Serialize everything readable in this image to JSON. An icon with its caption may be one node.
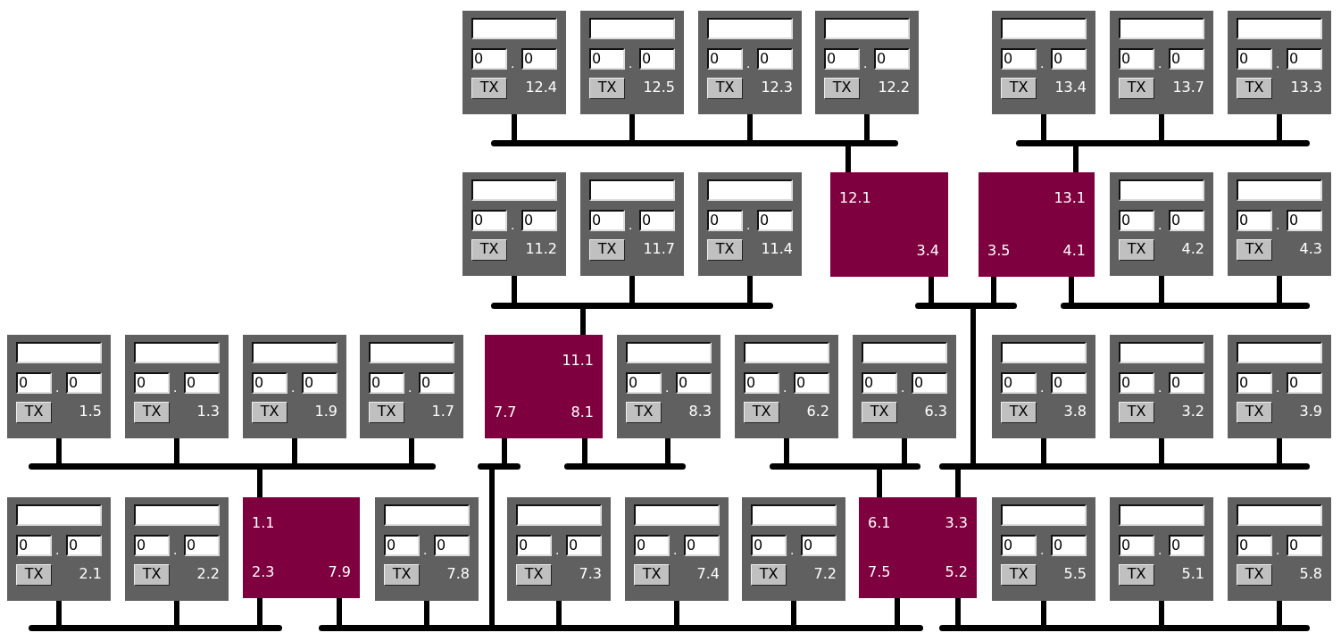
{
  "diagram": {
    "nodes": [
      {
        "text": [
          "0",
          ".",
          "0",
          "TX",
          "12.4"
        ]
      },
      {
        "text": [
          "0",
          ".",
          "0",
          "TX",
          "12.5"
        ]
      },
      {
        "text": [
          "0",
          ".",
          "0",
          "TX",
          "12.3"
        ]
      },
      {
        "text": [
          "0",
          ".",
          "0",
          "TX",
          "12.2"
        ]
      },
      {
        "text": [
          "0",
          ".",
          "0",
          "TX",
          "13.4"
        ]
      },
      {
        "text": [
          "0",
          ".",
          "0",
          "TX",
          "13.7"
        ]
      },
      {
        "text": [
          "0",
          ".",
          "0",
          "TX",
          "13.3"
        ]
      },
      {
        "text": [],
        "shape": "bar"
      },
      {
        "text": [],
        "shape": "bar"
      },
      {
        "text": [
          "0",
          ".",
          "0",
          "TX",
          "11.2"
        ]
      },
      {
        "text": [
          "0",
          ".",
          "0",
          "TX",
          "11.7"
        ]
      },
      {
        "text": [
          "0",
          ".",
          "0",
          "TX",
          "11.4"
        ]
      },
      {
        "text": [
          "12.1",
          "3.4"
        ]
      },
      {
        "text": [
          "13.1",
          "3.5",
          "4.1"
        ]
      },
      {
        "text": [
          "0",
          ".",
          "0",
          "TX",
          "4.2"
        ]
      },
      {
        "text": [
          "0",
          ".",
          "0",
          "TX",
          "4.3"
        ]
      },
      {
        "text": [],
        "shape": "bar"
      },
      {
        "text": [],
        "shape": "bar"
      },
      {
        "text": [],
        "shape": "bar"
      },
      {
        "text": [
          "0",
          ".",
          "0",
          "TX",
          "1.5"
        ]
      },
      {
        "text": [
          "0",
          ".",
          "0",
          "TX",
          "1.3"
        ]
      },
      {
        "text": [
          "0",
          ".",
          "0",
          "TX",
          "1.9"
        ]
      },
      {
        "text": [
          "0",
          ".",
          "0",
          "TX",
          "1.7"
        ]
      },
      {
        "text": [
          "11.1",
          "7.7",
          "8.1"
        ]
      },
      {
        "text": [
          "0",
          ".",
          "0",
          "TX",
          "8.3"
        ]
      },
      {
        "text": [
          "0",
          ".",
          "0",
          "TX",
          "6.2"
        ]
      },
      {
        "text": [
          "0",
          ".",
          "0",
          "TX",
          "6.3"
        ]
      },
      {
        "text": [
          "0",
          ".",
          "0",
          "TX",
          "3.8"
        ]
      },
      {
        "text": [
          "0",
          ".",
          "0",
          "TX",
          "3.2"
        ]
      },
      {
        "text": [
          "0",
          ".",
          "0",
          "TX",
          "3.9"
        ]
      },
      {
        "text": [],
        "shape": "bar"
      },
      {
        "text": [],
        "shape": "bar"
      },
      {
        "text": [],
        "shape": "bar"
      },
      {
        "text": [],
        "shape": "bar"
      },
      {
        "text": [],
        "shape": "bar"
      },
      {
        "text": [
          "0",
          ".",
          "0",
          "TX",
          "2.1"
        ]
      },
      {
        "text": [
          "0",
          ".",
          "0",
          "TX",
          "2.2"
        ]
      },
      {
        "text": [
          "1.1",
          "2.3",
          "7.9"
        ]
      },
      {
        "text": [
          "0",
          ".",
          "0",
          "TX",
          "7.8"
        ]
      },
      {
        "text": [
          "0",
          ".",
          "0",
          "TX",
          "7.3"
        ]
      },
      {
        "text": [
          "0",
          ".",
          "0",
          "TX",
          "7.4"
        ]
      },
      {
        "text": [
          "0",
          ".",
          "0",
          "TX",
          "7.2"
        ]
      },
      {
        "text": [
          "6.1",
          "3.3",
          "7.5",
          "5.2"
        ]
      },
      {
        "text": [
          "0",
          ".",
          "0",
          "TX",
          "5.5"
        ]
      },
      {
        "text": [
          "0",
          ".",
          "0",
          "TX",
          "5.1"
        ]
      },
      {
        "text": [
          "0",
          ".",
          "0",
          "TX",
          "5.8"
        ]
      },
      {
        "text": [],
        "shape": "bar"
      },
      {
        "text": [],
        "shape": "bar"
      },
      {
        "text": [],
        "shape": "bar"
      }
    ],
    "edges": [
      {
        "from": 0,
        "to": 7,
        "arrow": "none"
      },
      {
        "from": 1,
        "to": 7,
        "arrow": "none"
      },
      {
        "from": 2,
        "to": 7,
        "arrow": "none"
      },
      {
        "from": 3,
        "to": 7,
        "arrow": "none"
      },
      {
        "from": 12,
        "to": 7,
        "arrow": "none"
      },
      {
        "from": 4,
        "to": 8,
        "arrow": "none"
      },
      {
        "from": 5,
        "to": 8,
        "arrow": "none"
      },
      {
        "from": 6,
        "to": 8,
        "arrow": "none"
      },
      {
        "from": 13,
        "to": 8,
        "arrow": "none"
      },
      {
        "from": 9,
        "to": 16,
        "arrow": "none"
      },
      {
        "from": 10,
        "to": 16,
        "arrow": "none"
      },
      {
        "from": 11,
        "to": 16,
        "arrow": "none"
      },
      {
        "from": 23,
        "to": 16,
        "arrow": "none"
      },
      {
        "from": 12,
        "to": 17,
        "arrow": "none"
      },
      {
        "from": 13,
        "to": 17,
        "arrow": "none"
      },
      {
        "from": 17,
        "to": 34,
        "arrow": "none"
      },
      {
        "from": 13,
        "to": 18,
        "arrow": "none"
      },
      {
        "from": 14,
        "to": 18,
        "arrow": "none"
      },
      {
        "from": 15,
        "to": 18,
        "arrow": "none"
      },
      {
        "from": 19,
        "to": 30,
        "arrow": "none"
      },
      {
        "from": 20,
        "to": 30,
        "arrow": "none"
      },
      {
        "from": 21,
        "to": 30,
        "arrow": "none"
      },
      {
        "from": 22,
        "to": 30,
        "arrow": "none"
      },
      {
        "from": 37,
        "to": 30,
        "arrow": "none"
      },
      {
        "from": 23,
        "to": 31,
        "arrow": "none"
      },
      {
        "from": 31,
        "to": 47,
        "arrow": "none"
      },
      {
        "from": 23,
        "to": 32,
        "arrow": "none"
      },
      {
        "from": 24,
        "to": 32,
        "arrow": "none"
      },
      {
        "from": 25,
        "to": 33,
        "arrow": "none"
      },
      {
        "from": 26,
        "to": 33,
        "arrow": "none"
      },
      {
        "from": 42,
        "to": 33,
        "arrow": "none"
      },
      {
        "from": 27,
        "to": 34,
        "arrow": "none"
      },
      {
        "from": 28,
        "to": 34,
        "arrow": "none"
      },
      {
        "from": 29,
        "to": 34,
        "arrow": "none"
      },
      {
        "from": 42,
        "to": 34,
        "arrow": "none"
      },
      {
        "from": 35,
        "to": 46,
        "arrow": "none"
      },
      {
        "from": 36,
        "to": 46,
        "arrow": "none"
      },
      {
        "from": 37,
        "to": 46,
        "arrow": "none"
      },
      {
        "from": 37,
        "to": 47,
        "arrow": "none"
      },
      {
        "from": 38,
        "to": 47,
        "arrow": "none"
      },
      {
        "from": 39,
        "to": 47,
        "arrow": "none"
      },
      {
        "from": 40,
        "to": 47,
        "arrow": "none"
      },
      {
        "from": 41,
        "to": 47,
        "arrow": "none"
      },
      {
        "from": 42,
        "to": 47,
        "arrow": "none"
      },
      {
        "from": 42,
        "to": 48,
        "arrow": "none"
      },
      {
        "from": 43,
        "to": 48,
        "arrow": "none"
      },
      {
        "from": 44,
        "to": 48,
        "arrow": "none"
      },
      {
        "from": 45,
        "to": 48,
        "arrow": "none"
      }
    ]
  }
}
